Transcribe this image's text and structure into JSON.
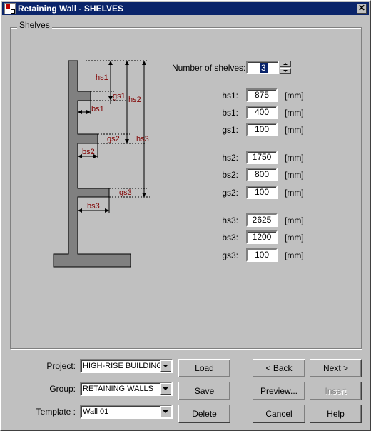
{
  "window": {
    "title": "Retaining Wall - SHELVES",
    "close_glyph": "✕"
  },
  "group": {
    "legend": "Shelves"
  },
  "diagram": {
    "labels": {
      "hs1": "hs1",
      "hs2": "hs2",
      "hs3": "hs3",
      "gs1": "gs1",
      "gs2": "gs2",
      "gs3": "gs3",
      "bs1": "bs1",
      "bs2": "bs2",
      "bs3": "bs3"
    },
    "colors": {
      "wall": "#808080",
      "label": "#800000"
    }
  },
  "form": {
    "number_label": "Number of shelves:",
    "number_value": "3",
    "unit": "[mm]",
    "shelves": [
      {
        "hs_label": "hs1:",
        "hs": "875",
        "bs_label": "bs1:",
        "bs": "400",
        "gs_label": "gs1:",
        "gs": "100"
      },
      {
        "hs_label": "hs2:",
        "hs": "1750",
        "bs_label": "bs2:",
        "bs": "800",
        "gs_label": "gs2:",
        "gs": "100"
      },
      {
        "hs_label": "hs3:",
        "hs": "2625",
        "bs_label": "bs3:",
        "bs": "1200",
        "gs_label": "gs3:",
        "gs": "100"
      }
    ]
  },
  "bottom": {
    "project_label": "Project:",
    "project_value": "HIGH-RISE BUILDING",
    "group_label": "Group:",
    "group_value": "RETAINING WALLS",
    "template_label": "Template :",
    "template_value": "Wall 01",
    "load": "Load",
    "save": "Save",
    "delete": "Delete",
    "back": "< Back",
    "next": "Next >",
    "preview": "Preview...",
    "insert": "Insert",
    "cancel": "Cancel",
    "help": "Help"
  }
}
